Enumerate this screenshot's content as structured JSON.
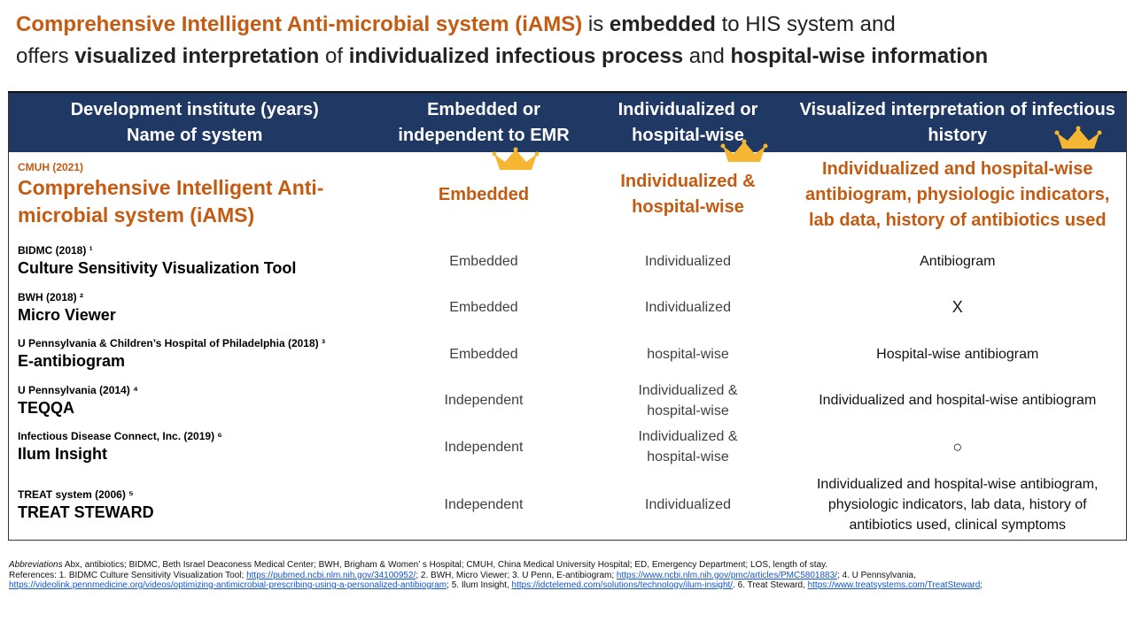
{
  "headline": {
    "line1": [
      {
        "t": "Comprehensive Intelligent Anti-microbial system (iAMS)",
        "s": "orange"
      },
      {
        "t": " is ",
        "s": "plain"
      },
      {
        "t": "embedded",
        "s": "bold"
      },
      {
        "t": " to HIS system and",
        "s": "plain"
      }
    ],
    "line2": [
      {
        "t": "offers ",
        "s": "plain"
      },
      {
        "t": "visualized interpretation",
        "s": "bold"
      },
      {
        "t": " of ",
        "s": "plain"
      },
      {
        "t": "individualized infectious process",
        "s": "bold"
      },
      {
        "t": " and ",
        "s": "plain"
      },
      {
        "t": "hospital-wise information",
        "s": "bold"
      }
    ]
  },
  "table": {
    "headers": [
      [
        "Development institute (years)",
        "Name of system"
      ],
      [
        "Embedded or",
        "independent to  EMR"
      ],
      [
        "Individualized or",
        "hospital-wise"
      ],
      [
        "Visualized interpretation of infectious",
        "history"
      ]
    ],
    "rows": [
      {
        "institute": "CMUH (2021)",
        "system": "Comprehensive Intelligent Anti-microbial system (iAMS)",
        "embedded": [
          "Embedded"
        ],
        "scope": [
          "Individualized &",
          "hospital-wise"
        ],
        "visual": [
          "Individualized and hospital-wise",
          "antibiogram, physiologic indicators,",
          "lab data, history of antibiotics used"
        ]
      },
      {
        "institute": "BIDMC (2018) ¹",
        "system": "Culture  Sensitivity Visualization  Tool",
        "embedded": [
          "Embedded"
        ],
        "scope": [
          "Individualized"
        ],
        "visual": [
          "Antibiogram"
        ]
      },
      {
        "institute": "BWH (2018) ²",
        "system": "Micro Viewer",
        "embedded": [
          "Embedded"
        ],
        "scope": [
          "Individualized"
        ],
        "visual": [
          "X"
        ]
      },
      {
        "institute": "U Pennsylvania & Children’s Hospital of Philadelphia (2018) ³",
        "system": "E-antibiogram",
        "embedded": [
          "Embedded"
        ],
        "scope": [
          "hospital-wise"
        ],
        "visual": [
          "Hospital-wise antibiogram"
        ]
      },
      {
        "institute": "U Pennsylvania (2014) ⁴",
        "system": "TEQQA",
        "embedded": [
          "Independent"
        ],
        "scope": [
          "Individualized &",
          "hospital-wise"
        ],
        "visual": [
          "Individualized and hospital-wise antibiogram"
        ]
      },
      {
        "institute": "Infectious Disease Connect, Inc. (2019) ⁶",
        "system": "Ilum Insight",
        "embedded": [
          "Independent"
        ],
        "scope": [
          "Individualized &",
          "hospital-wise"
        ],
        "visual": [
          "○"
        ]
      },
      {
        "institute": "TREAT system (2006) ⁵",
        "system": "TREAT STEWARD",
        "embedded": [
          "Independent"
        ],
        "scope": [
          "Individualized"
        ],
        "visual": [
          "Individualized and hospital-wise antibiogram,",
          "physiologic indicators, lab data, history of",
          "antibiotics used, clinical symptoms"
        ]
      }
    ]
  },
  "crown_color": "#f5b731",
  "accent_color": "#c55a11",
  "header_bg": "#1f3864",
  "notes": {
    "abbr_label": "Abbreviations",
    "abbr_text": " Abx, antibiotics; BIDMC, Beth Israel Deaconess Medical Center; BWH, Brigham & Women’   s Hospital; CMUH, China Medical University Hospital; ED, Emergency Department; LOS, length of stay.",
    "refs": [
      {
        "t": "References: 1. BIDMC Culture Sensitivity Visualization Tool; ",
        "link": false
      },
      {
        "t": "https://pubmed.ncbi.nlm.nih.gov/34100952/",
        "link": true
      },
      {
        "t": "; 2. BWH, Micro Viewer; 3. U Penn, E-antibiogram; ",
        "link": false
      },
      {
        "t": "https://www.ncbi.nlm.nih.gov/pmc/articles/PMC5801883/",
        "link": true
      },
      {
        "t": "; 4. U Pennsylvania, ",
        "link": false
      },
      {
        "t": "https://videolink.pennmedicine.org/videos/optimizing-antimicrobial-prescribing-using-a-personalized-antibiogram",
        "link": true
      },
      {
        "t": "; 5. Ilum Insight, ",
        "link": false
      },
      {
        "t": "https://idctelemed.com/solutions/technology/ilum-insight/",
        "link": true
      },
      {
        "t": ". 6. Treat Steward, ",
        "link": false
      },
      {
        "t": "https://www.treatsystems.com/TreatSteward",
        "link": true
      },
      {
        "t": ";",
        "link": false
      }
    ]
  }
}
